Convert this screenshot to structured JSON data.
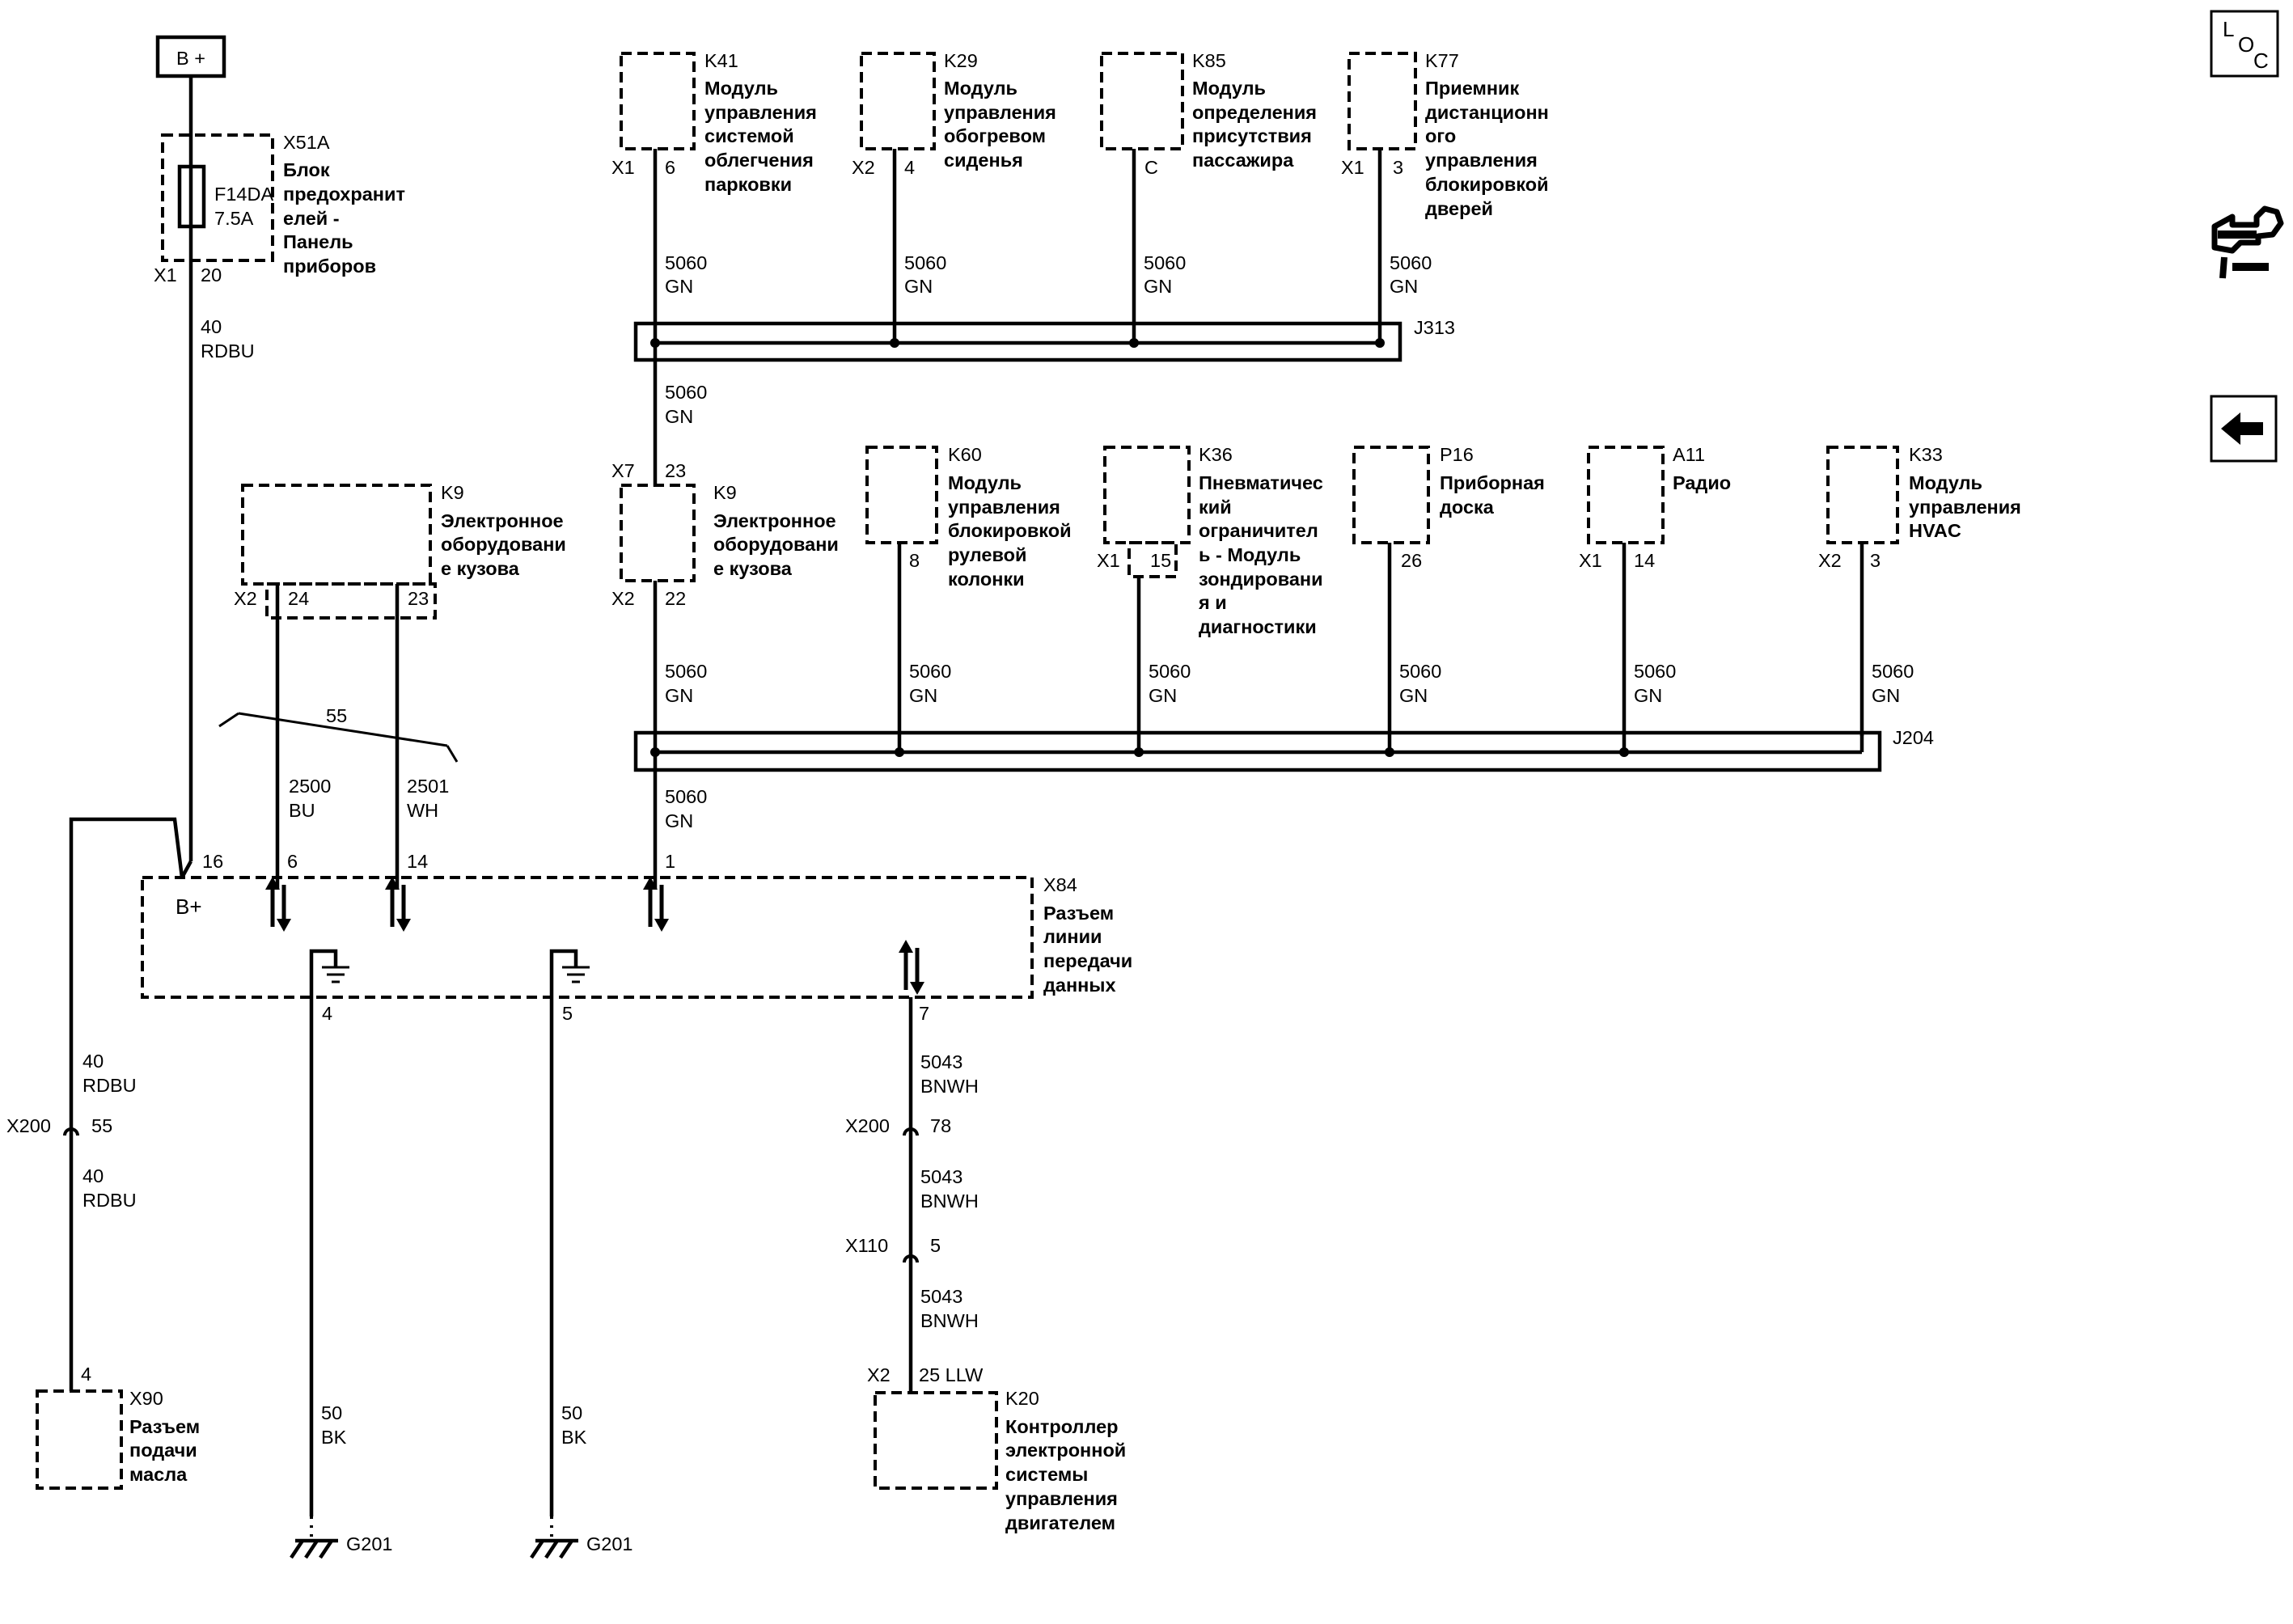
{
  "power_source": "B +",
  "fuse_block": {
    "id": "X51A",
    "fuse_name": "F14DA",
    "fuse_rating": "7.5A",
    "name_lines": [
      "Блок",
      "предохранит",
      "елей -",
      "Панель",
      "приборов"
    ],
    "connector": "X1",
    "pin": "20"
  },
  "wires": {
    "w40_circuit": "40",
    "w40_color": "RDBU",
    "w5060_circuit": "5060",
    "w5060_color": "GN",
    "w2500_circuit": "2500",
    "w2500_color": "BU",
    "w2501_circuit": "2501",
    "w2501_color": "WH",
    "twist_label": "55",
    "w5043_circuit": "5043",
    "w5043_color": "BNWH",
    "w50_circuit": "50",
    "w50_color": "BK"
  },
  "top_modules": [
    {
      "id": "K41",
      "lines": [
        "Модуль",
        "управления",
        "системой",
        "облегчения",
        "парковки"
      ],
      "connector": "X1",
      "pin": "6"
    },
    {
      "id": "K29",
      "lines": [
        "Модуль",
        "управления",
        "обогревом",
        "сиденья"
      ],
      "connector": "X2",
      "pin": "4"
    },
    {
      "id": "K85",
      "lines": [
        "Модуль",
        "определения",
        "присутствия",
        "пассажира"
      ],
      "connector": "",
      "pin": "C"
    },
    {
      "id": "K77",
      "lines": [
        "Приемник",
        "дистанционн",
        "ого",
        "управления",
        "блокировкой",
        "дверей"
      ],
      "connector": "X1",
      "pin": "3"
    }
  ],
  "splice_top": "J313",
  "splice_mid": "J204",
  "k9_left": {
    "id": "K9",
    "lines": [
      "Электронное",
      "оборудовани",
      "е кузова"
    ],
    "connector": "X2",
    "pin_a": "24",
    "pin_b": "23"
  },
  "k9_mid": {
    "id": "K9",
    "lines": [
      "Электронное",
      "оборудовани",
      "е кузова"
    ],
    "top_connector": "X7",
    "top_pin": "23",
    "bottom_connector": "X2",
    "bottom_pin": "22"
  },
  "mid_modules": [
    {
      "id": "K60",
      "lines": [
        "Модуль",
        "управления",
        "блокировкой",
        "рулевой",
        "колонки"
      ],
      "connector": "",
      "pin": "8"
    },
    {
      "id": "K36",
      "lines": [
        "Пневматичес",
        "кий",
        "ограничител",
        "ь - Модуль",
        "зондировани",
        "я и",
        "диагностики"
      ],
      "connector": "X1",
      "pin": "15"
    },
    {
      "id": "P16",
      "lines": [
        "Приборная",
        "доска"
      ],
      "connector": "",
      "pin": "26"
    },
    {
      "id": "A11",
      "lines": [
        "Радио"
      ],
      "connector": "X1",
      "pin": "14"
    },
    {
      "id": "K33",
      "lines": [
        "Модуль",
        "управления",
        "HVAC"
      ],
      "connector": "X2",
      "pin": "3"
    }
  ],
  "dlc": {
    "id": "X84",
    "lines": [
      "Разъем",
      "линии",
      "передачи",
      "данных"
    ],
    "bplus": "B+",
    "pin_16": "16",
    "pin_6": "6",
    "pin_14": "14",
    "pin_1": "1",
    "pin_4": "4",
    "pin_5": "5",
    "pin_7": "7"
  },
  "inline_x200_left": {
    "connector": "X200",
    "pin": "55"
  },
  "inline_x200_right": {
    "connector": "X200",
    "pin": "78"
  },
  "inline_x110": {
    "connector": "X110",
    "pin": "5"
  },
  "x90": {
    "id": "X90",
    "lines": [
      "Разъем",
      "подачи",
      "масла"
    ],
    "pin": "4"
  },
  "k20": {
    "id": "K20",
    "lines": [
      "Контроллер",
      "электронной",
      "системы",
      "управления",
      "двигателем"
    ],
    "connector": "X2",
    "pin": "25 LLW"
  },
  "grounds": [
    "G201",
    "G201"
  ],
  "sidebar": {
    "loc_l": "L",
    "loc_o": "O",
    "loc_c": "C"
  }
}
